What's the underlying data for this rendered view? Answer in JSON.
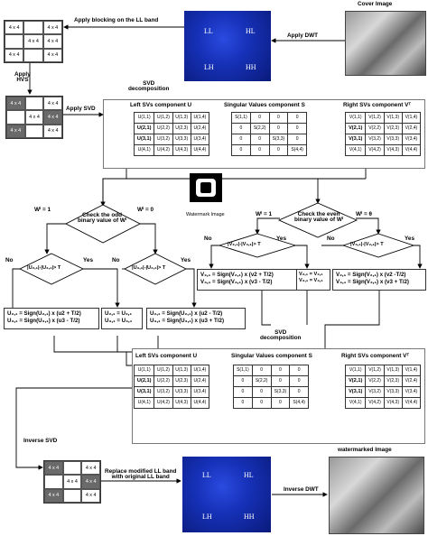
{
  "labels": {
    "cover_image": "Cover Image",
    "apply_dwt": "Apply DWT",
    "apply_blocking": "Apply blocking on the LL band",
    "apply_hvs": "Apply\nHVS",
    "apply_svd": "Apply SVD",
    "svd_decomposition": "SVD\ndecomposition",
    "left_svs": "Left SVs component U",
    "singular_values": "Singular Values component S",
    "right_svs": "Right SVs component Vᵀ",
    "watermark_image": "Watermark Image",
    "check_odd": "Check the odd\nbinary value of Wⁱ",
    "check_even": "Check the even\nbinary value of Wⁱ",
    "wi_1": "Wⁱ = 1",
    "wi_0": "Wⁱ = 0",
    "wi_theta": "Wⁱ = θ",
    "yes": "Yes",
    "no": "No",
    "inverse_svd": "Inverse SVD",
    "replace_ll": "Replace modified LL band\nwith original LL band",
    "inverse_dwt": "Inverse DWT",
    "watermarked_image": "watermarked Image"
  },
  "dwt_bands": [
    "LL",
    "HL",
    "LH",
    "HH"
  ],
  "block_label": "4 x 4",
  "matrices": {
    "U": [
      [
        "U(1,1)",
        "U(1,2)",
        "U(1,3)",
        "U(1,4)"
      ],
      [
        "U(2,1)",
        "U(2,2)",
        "U(2,3)",
        "U(2,4)"
      ],
      [
        "U(3,1)",
        "U(3,2)",
        "U(3,3)",
        "U(3,4)"
      ],
      [
        "U(4,1)",
        "U(4,2)",
        "U(4,3)",
        "U(4,4)"
      ]
    ],
    "S": [
      [
        "S(1,1)",
        "0",
        "0",
        "0"
      ],
      [
        "0",
        "S(2,2)",
        "0",
        "0"
      ],
      [
        "0",
        "0",
        "S(3,3)",
        "0"
      ],
      [
        "0",
        "0",
        "0",
        "S(4,4)"
      ]
    ],
    "V": [
      [
        "V(1,1)",
        "V(1,2)",
        "V(1,3)",
        "V(1,4)"
      ],
      [
        "V(2,1)",
        "V(2,2)",
        "V(2,3)",
        "V(2,4)"
      ],
      [
        "V(3,1)",
        "V(3,2)",
        "V(3,3)",
        "V(3,4)"
      ],
      [
        "V(4,1)",
        "V(4,2)",
        "V(4,3)",
        "V(4,4)"
      ]
    ]
  },
  "conditions": {
    "u_diff_gt": "|U₂,₁|-|U₃,₁|> T",
    "u_diff_gt_r": "|U₃,₁|-|U₂,₁|> T",
    "v_diff_gt": "|V₂,₁|-|V₃,₁|> T",
    "v_diff_gt_r": "|V₃,₁|-|V₂,₁|> T"
  },
  "equations": {
    "u_left": "U₂,₁ = Sign(U₂,₁) x (u2 + T/2)\nU₃,₁ = Sign(U₃,₁) x (u3 - T/2)",
    "u_mid": "U₂,₁ = U₂,₁\nU₃,₁ = U₃,₁",
    "u_right": "U₂,₁ = Sign(U₂,₁) x (u2 - T/2)\nU₃,₁ = Sign(U₃,₁) x (u3 + T/2)",
    "v_left": "V₂,₁ = Sign(V₂,₁) x (v2 + T/2)\nV₃,₁ = Sign(V₃,₁) x (v3 - T/2)",
    "v_mid": "V₂,₁ = V₂,₁\nV₃,₁ = V₃,₁",
    "v_right": "V₂,₁ = Sign(V₂,₁) x (v2 -T/2)\nV₃,₁ = Sign(V₃,₁) x (v3 + T/2)"
  }
}
